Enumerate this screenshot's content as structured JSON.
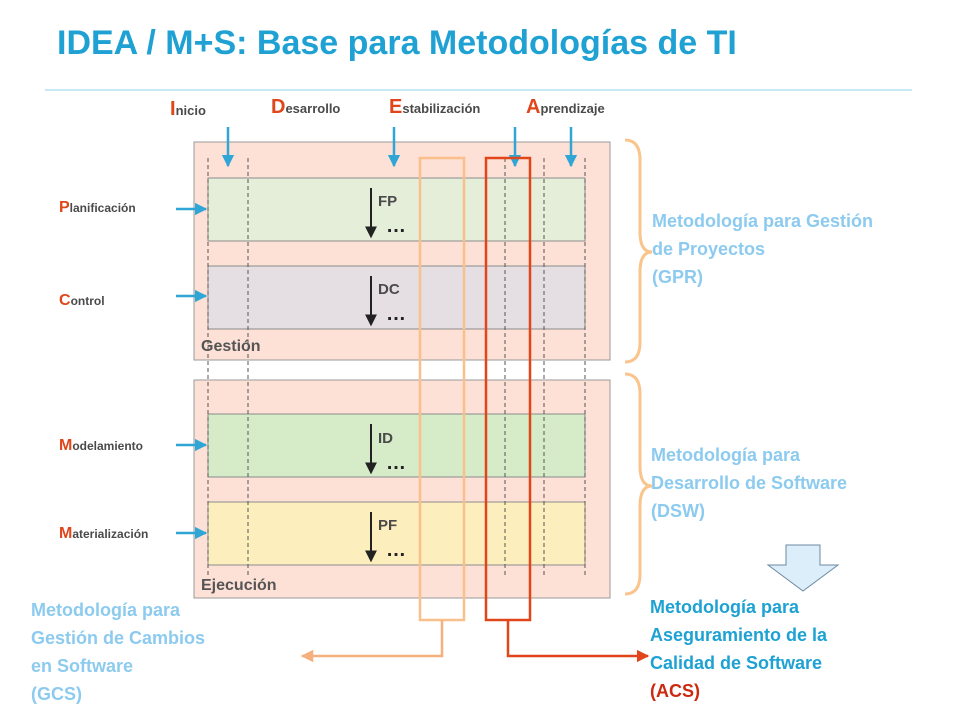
{
  "title": "IDEA / M+S: Base para Metodologías de TI",
  "phases": [
    {
      "cap": "I",
      "rest": "nicio"
    },
    {
      "cap": "D",
      "rest": "esarrollo"
    },
    {
      "cap": "E",
      "rest": "stabilización"
    },
    {
      "cap": "A",
      "rest": "prendizaje"
    }
  ],
  "processes": [
    {
      "cap": "P",
      "rest": "lanificación"
    },
    {
      "cap": "C",
      "rest": "ontrol"
    },
    {
      "cap": "M",
      "rest": "odelamiento"
    },
    {
      "cap": "M",
      "rest": "aterialización"
    }
  ],
  "lanes": [
    {
      "code": "FP",
      "dots": "…"
    },
    {
      "code": "DC",
      "dots": "…"
    },
    {
      "code": "ID",
      "dots": "…"
    },
    {
      "code": "PF",
      "dots": "…"
    }
  ],
  "bands": {
    "top": "Gestión",
    "bottom": "Ejecución"
  },
  "methodologies": {
    "gpr": {
      "l1": "Metodología para Gestión",
      "l2": "de Proyectos",
      "l3": "(GPR)"
    },
    "dsw": {
      "l1": "Metodología para",
      "l2": "Desarrollo de Software",
      "l3": "(DSW)"
    },
    "gcs": {
      "l1": "Metodología para",
      "l2": "Gestión de Cambios",
      "l3": "en Software",
      "l4": "(GCS)"
    },
    "acs": {
      "l1": "Metodología para",
      "l2": "Aseguramiento de la",
      "l3": "Calidad de Software",
      "l4": "(ACS)"
    }
  },
  "colors": {
    "title": "#1fa2d3",
    "accent": "#e0461a",
    "band_fill": "#fde1d6",
    "lane_fp": "#e5eed9",
    "lane_dc": "#e5dee3",
    "lane_id": "#d6ebc8",
    "lane_pf": "#fdeebe",
    "arrow": "#2fa6d6",
    "brace": "#f9c58c",
    "gcs_frame": "#f9c08c",
    "acs_frame": "#e0461a"
  }
}
